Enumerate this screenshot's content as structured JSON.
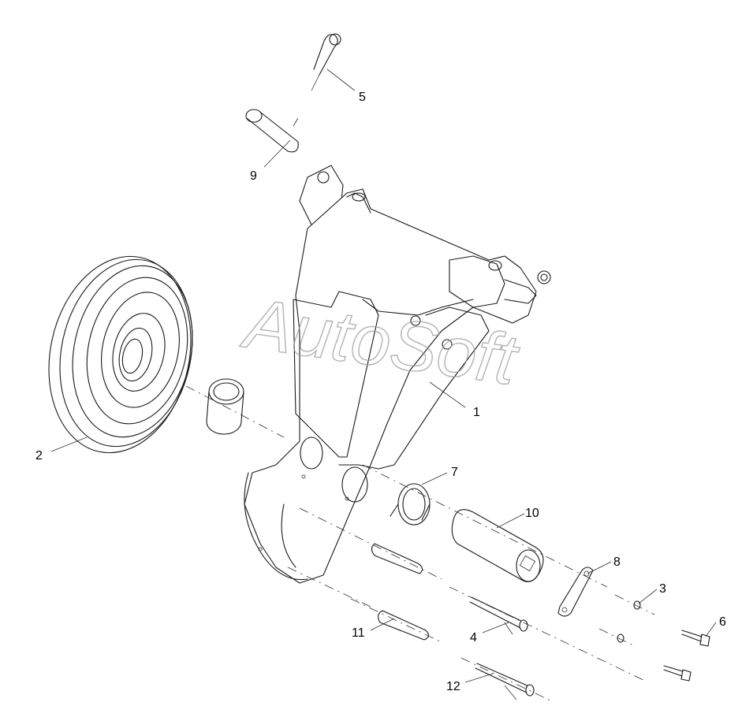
{
  "watermark": "AutoSoft",
  "callouts": {
    "c1": "1",
    "c2": "2",
    "c3": "3",
    "c4": "4",
    "c5": "5",
    "c6": "6",
    "c7": "7",
    "c8": "8",
    "c9": "9",
    "c10": "10",
    "c11": "11",
    "c12": "12"
  },
  "colors": {
    "line": "#1a1a1a",
    "watermark": "#9a9a9a",
    "background": "#ffffff"
  }
}
